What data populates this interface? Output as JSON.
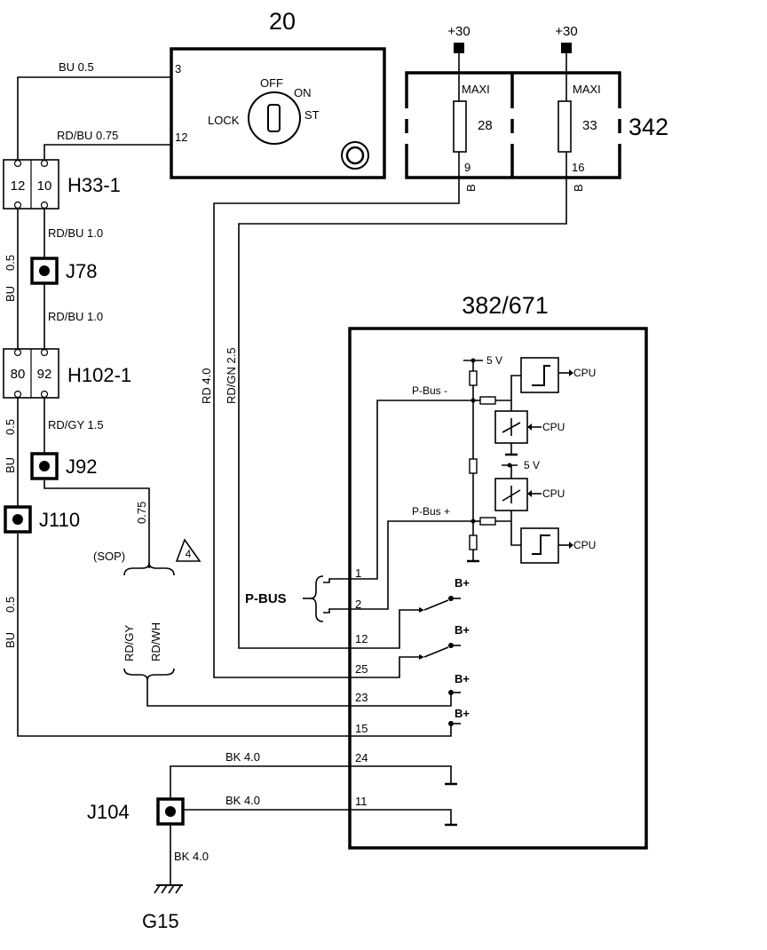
{
  "components": {
    "ignition_switch": {
      "ref": "20",
      "pin_3": "3",
      "pin_12": "12",
      "off": "OFF",
      "on": "ON",
      "lock": "LOCK",
      "st": "ST"
    },
    "fuse_box": {
      "ref": "342",
      "supply_left": "+30",
      "supply_right": "+30",
      "fuse_left": {
        "type": "MAXI",
        "number": "28",
        "pin": "9"
      },
      "fuse_right": {
        "type": "MAXI",
        "number": "33",
        "pin": "16"
      }
    },
    "control_module": {
      "ref": "382/671",
      "pins": [
        "1",
        "2",
        "12",
        "25",
        "23",
        "15",
        "24",
        "11"
      ],
      "five_v": "5 V",
      "cpu": "CPU",
      "p_bus_minus": "P-Bus -",
      "p_bus_plus": "P-Bus +",
      "b_plus": "B+"
    }
  },
  "connectors": {
    "h33": {
      "ref": "H33-1",
      "pin_left": "12",
      "pin_right": "10"
    },
    "h102": {
      "ref": "H102-1",
      "pin_left": "80",
      "pin_right": "92"
    }
  },
  "splices": {
    "j78": "J78",
    "j92": "J92",
    "j110": "J110",
    "j104": "J104"
  },
  "ground": "G15",
  "p_bus_label": "P-BUS",
  "sop": "(SOP)",
  "note_number": "4",
  "wires": {
    "bu_05": "BU  0.5",
    "rdbu_075": "RD/BU  0.75",
    "rdbu_10": "RD/BU  1.0",
    "rdgy_15": "RD/GY  1.5",
    "bu_v": "BU",
    "size_05": "0.5",
    "size_075": "0.75",
    "rdgy": "RD/GY",
    "rdwh": "RD/WH",
    "rd_40": "RD  4.0",
    "rdgn_25": "RD/GN  2.5",
    "b": "B",
    "bk_40": "BK   4.0",
    "bk_40_b": "BK  4.0"
  }
}
